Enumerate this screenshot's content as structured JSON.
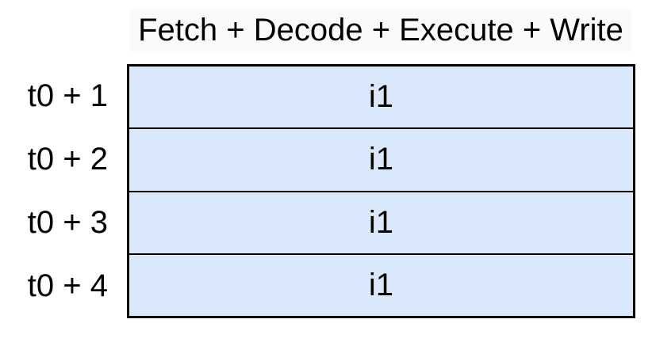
{
  "header": {
    "label": "Fetch + Decode + Execute + Write"
  },
  "rows": [
    {
      "time": "t0 + 1",
      "cell": "i1"
    },
    {
      "time": "t0 + 2",
      "cell": "i1"
    },
    {
      "time": "t0 + 3",
      "cell": "i1"
    },
    {
      "time": "t0 + 4",
      "cell": "i1"
    }
  ],
  "colors": {
    "cell_fill": "#dae8fc",
    "border": "#000000",
    "header_bg": "#fafafa",
    "text": "#000000",
    "canvas_bg": "#ffffff"
  }
}
